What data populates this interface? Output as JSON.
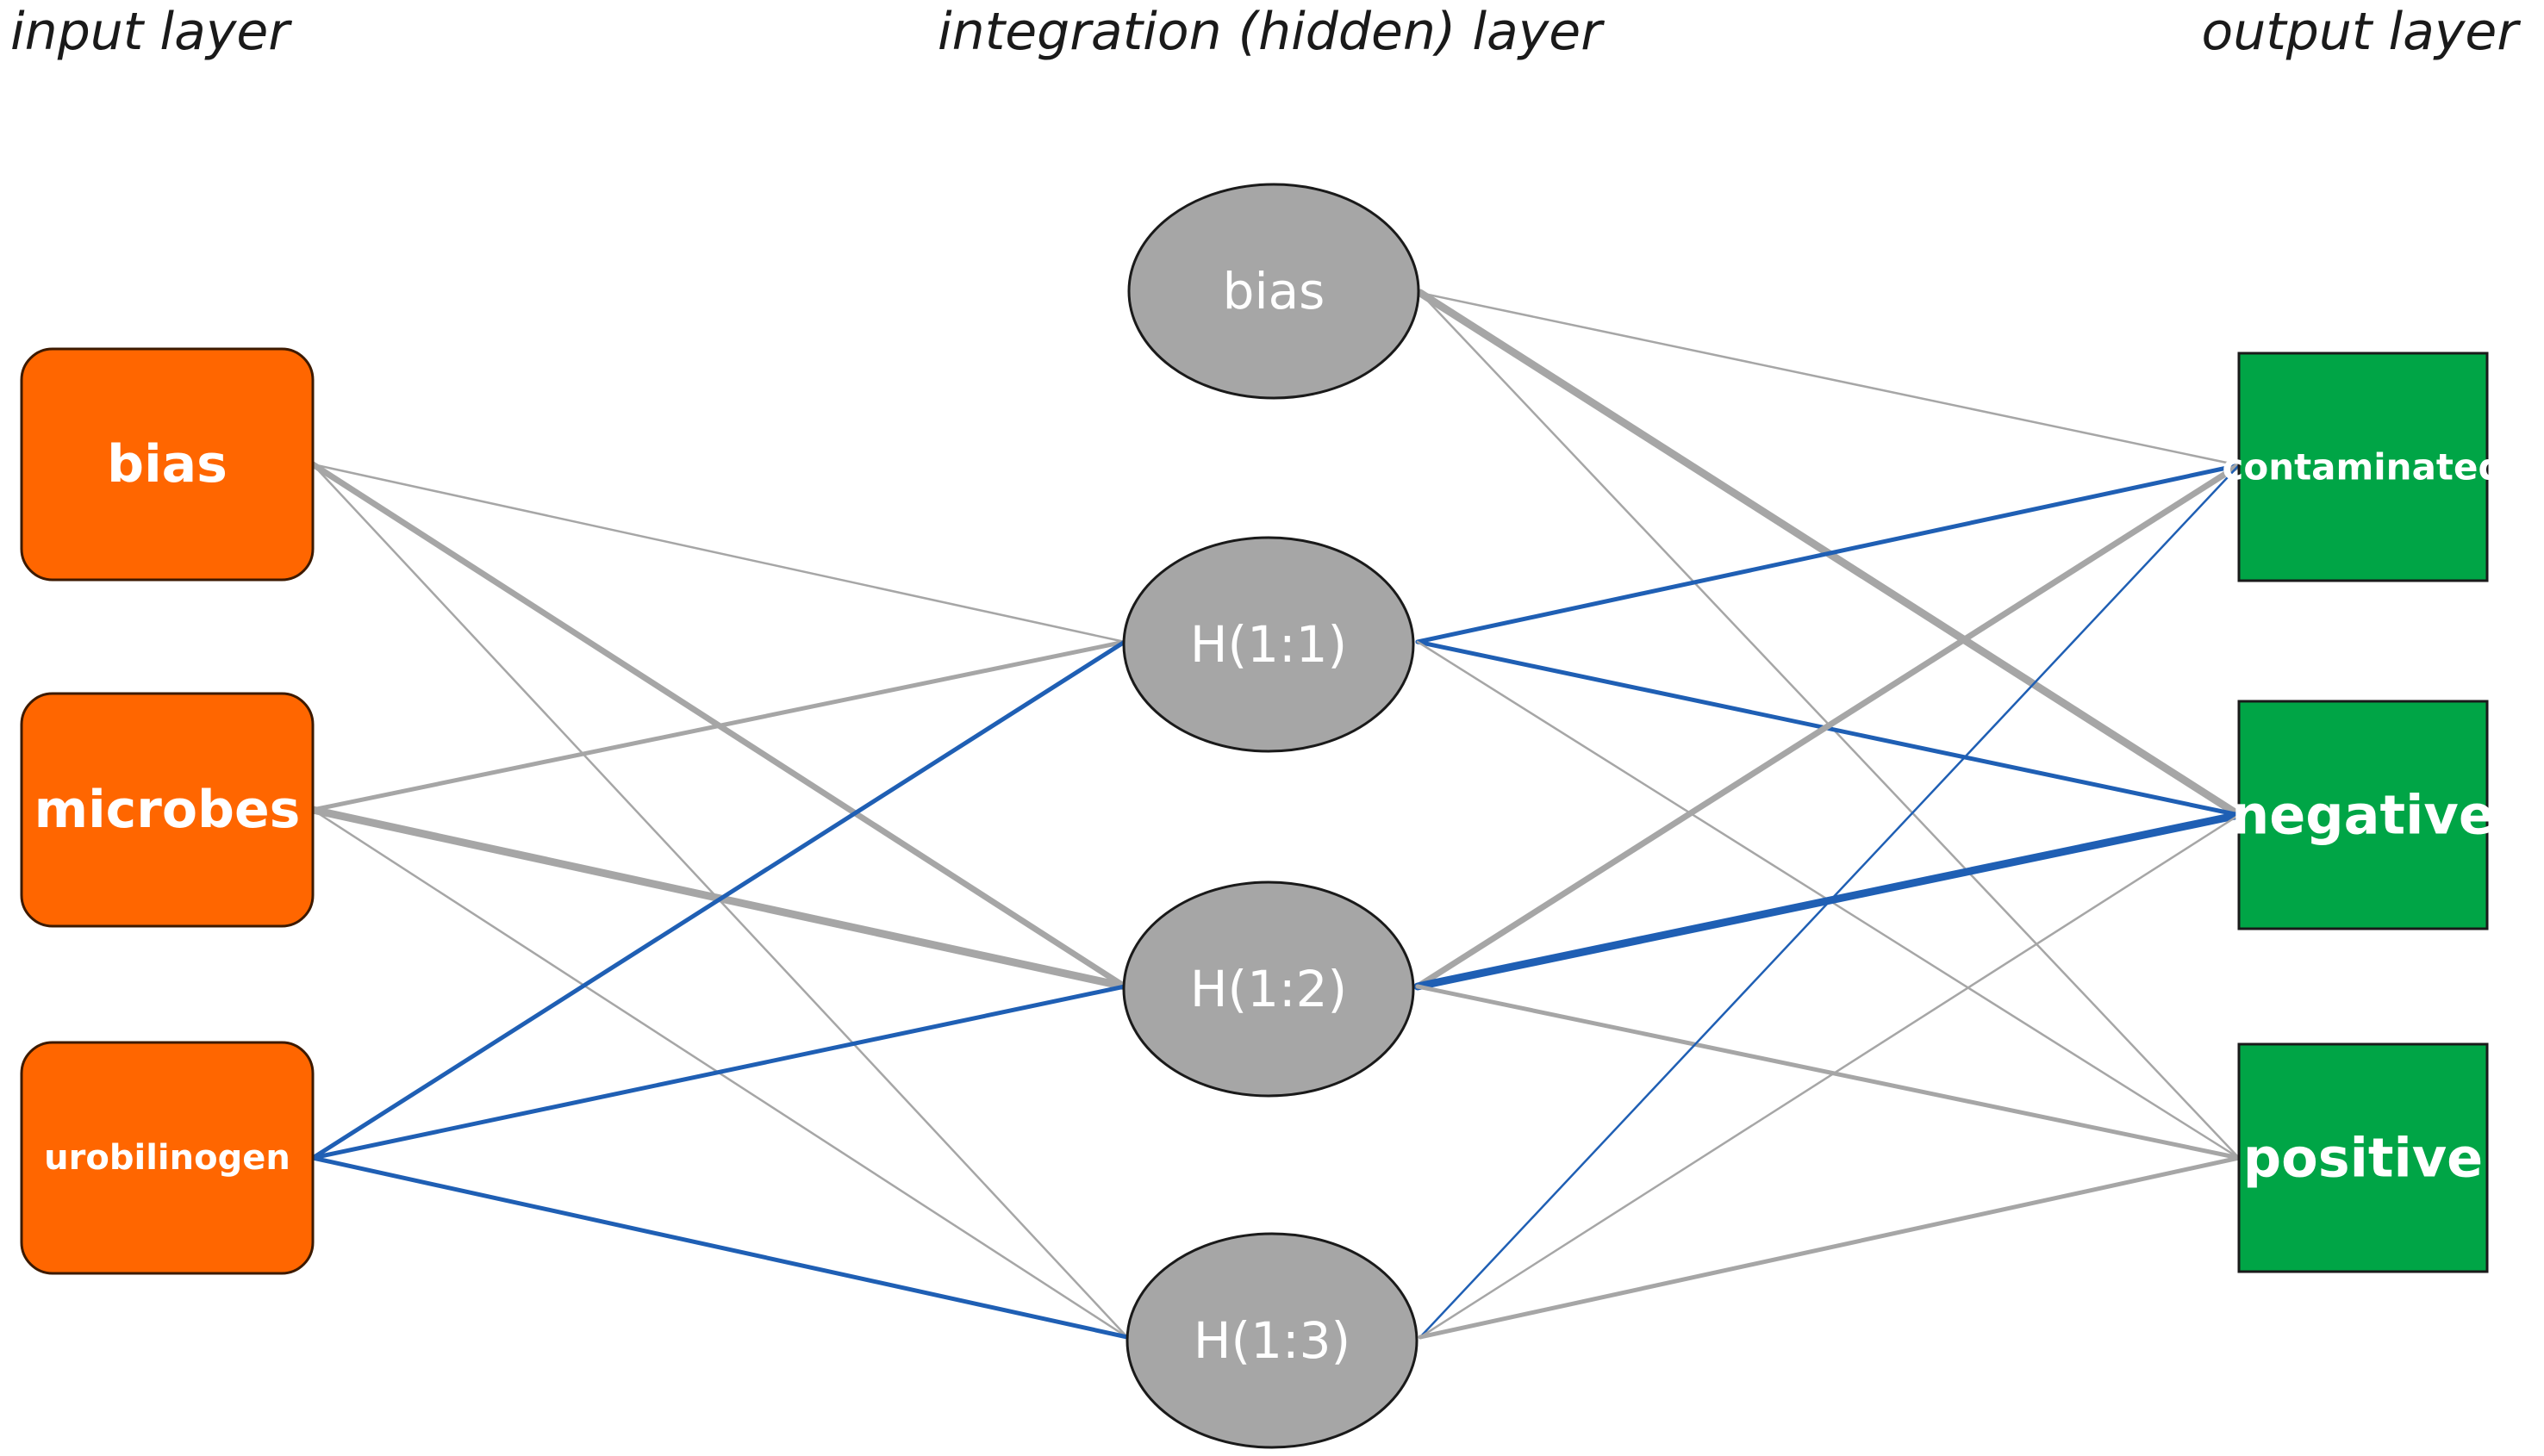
{
  "titles": {
    "input": "input layer",
    "hidden": "integration (hidden) layer",
    "output": "output layer"
  },
  "colors": {
    "input_fill": "#ff6600",
    "input_stroke": "#3d1a00",
    "hidden_fill": "#a6a6a6",
    "hidden_stroke": "#1a1a1a",
    "output_fill": "#00a546",
    "output_stroke": "#1a1a1a",
    "edge_gray": "#a6a6a6",
    "edge_blue": "#1f5fb4"
  },
  "nodes": {
    "input": [
      {
        "id": "in-bias",
        "label": "bias"
      },
      {
        "id": "in-microbes",
        "label": "microbes"
      },
      {
        "id": "in-urobilinogen",
        "label": "urobilinogen"
      }
    ],
    "hidden": [
      {
        "id": "h-bias",
        "label": "bias"
      },
      {
        "id": "h-11",
        "label": "H(1:1)"
      },
      {
        "id": "h-12",
        "label": "H(1:2)"
      },
      {
        "id": "h-13",
        "label": "H(1:3)"
      }
    ],
    "output": [
      {
        "id": "out-contaminated",
        "label": "contaminated"
      },
      {
        "id": "out-negative",
        "label": "negative"
      },
      {
        "id": "out-positive",
        "label": "positive"
      }
    ]
  },
  "edges": [
    {
      "from": "in-bias",
      "to": "h-11",
      "color": "gray",
      "weight": "thin"
    },
    {
      "from": "in-bias",
      "to": "h-12",
      "color": "gray",
      "weight": "thick"
    },
    {
      "from": "in-bias",
      "to": "h-13",
      "color": "gray",
      "weight": "thin"
    },
    {
      "from": "in-microbes",
      "to": "h-11",
      "color": "gray",
      "weight": "medium"
    },
    {
      "from": "in-microbes",
      "to": "h-12",
      "color": "gray",
      "weight": "heavy"
    },
    {
      "from": "in-microbes",
      "to": "h-13",
      "color": "gray",
      "weight": "thin"
    },
    {
      "from": "in-urobilinogen",
      "to": "h-11",
      "color": "blue",
      "weight": "medium"
    },
    {
      "from": "in-urobilinogen",
      "to": "h-12",
      "color": "blue",
      "weight": "medium"
    },
    {
      "from": "in-urobilinogen",
      "to": "h-13",
      "color": "blue",
      "weight": "medium"
    },
    {
      "from": "h-bias",
      "to": "out-contaminated",
      "color": "gray",
      "weight": "thin"
    },
    {
      "from": "h-bias",
      "to": "out-negative",
      "color": "gray",
      "weight": "heavy"
    },
    {
      "from": "h-bias",
      "to": "out-positive",
      "color": "gray",
      "weight": "thin"
    },
    {
      "from": "h-11",
      "to": "out-contaminated",
      "color": "blue",
      "weight": "medium"
    },
    {
      "from": "h-11",
      "to": "out-negative",
      "color": "blue",
      "weight": "medium"
    },
    {
      "from": "h-11",
      "to": "out-positive",
      "color": "gray",
      "weight": "thin"
    },
    {
      "from": "h-12",
      "to": "out-contaminated",
      "color": "gray",
      "weight": "thick"
    },
    {
      "from": "h-12",
      "to": "out-negative",
      "color": "blue",
      "weight": "heavy"
    },
    {
      "from": "h-12",
      "to": "out-positive",
      "color": "gray",
      "weight": "medium"
    },
    {
      "from": "h-13",
      "to": "out-contaminated",
      "color": "blue",
      "weight": "thin"
    },
    {
      "from": "h-13",
      "to": "out-negative",
      "color": "gray",
      "weight": "thin"
    },
    {
      "from": "h-13",
      "to": "out-positive",
      "color": "gray",
      "weight": "medium"
    }
  ]
}
